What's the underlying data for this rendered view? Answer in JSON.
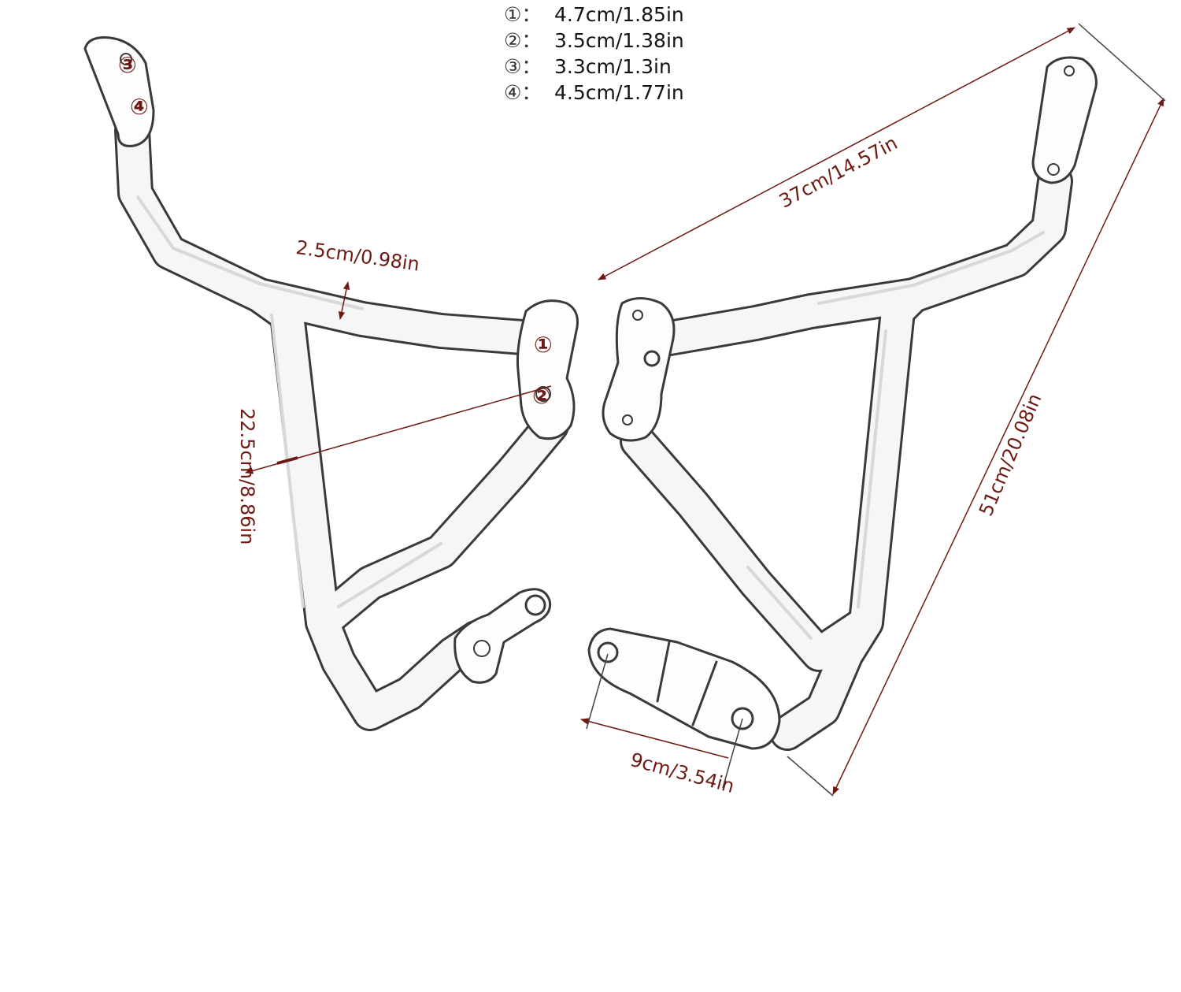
{
  "legend": [
    {
      "key": "①：",
      "value": "4.7cm/1.85in"
    },
    {
      "key": "②：",
      "value": "3.5cm/1.38in"
    },
    {
      "key": "③：",
      "value": "3.3cm/1.3in"
    },
    {
      "key": "④：",
      "value": "4.5cm/1.77in"
    }
  ],
  "dimensions": {
    "tube_diameter": "2.5cm/0.98in",
    "frame_width": "22.5cm/8.86in",
    "top_span": "37cm/14.57in",
    "height": "51cm/20.08in",
    "bracket_length": "9cm/3.54in"
  },
  "markers": [
    "①",
    "②",
    "③",
    "④"
  ],
  "colors": {
    "dimension": "#6e1a14",
    "outline": "#3a3a3a",
    "tube_fill": "#f6f6f6"
  }
}
